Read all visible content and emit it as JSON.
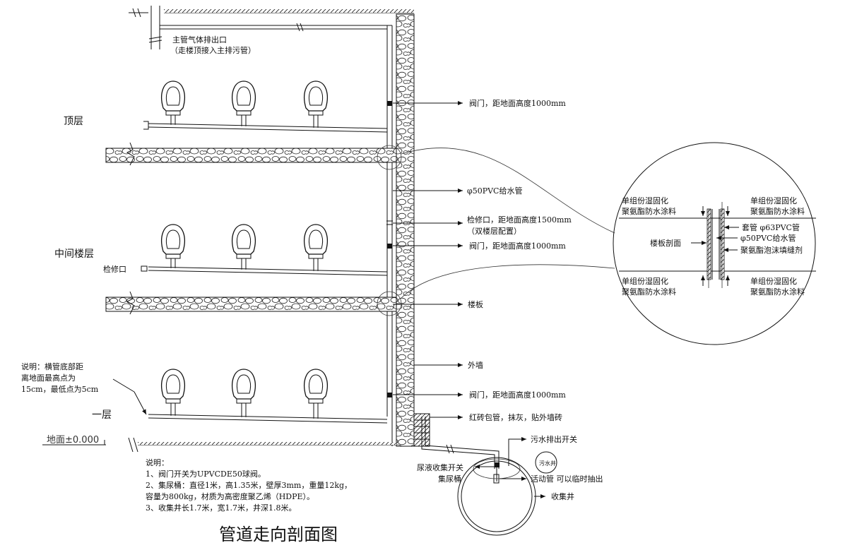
{
  "title": "管道走向剖面图",
  "floors": {
    "top": "顶层",
    "middle": "中间楼层",
    "first": "一层"
  },
  "callouts": {
    "exhaust_line1": "主管气体排出口",
    "exhaust_line2": "（走楼顶接入主排污管）",
    "valve_top": "阀门，距地面高度1000mm",
    "supply_pipe": "φ50PVC给水管",
    "access_line1": "检修口，距地面高度1500mm",
    "access_line2": "（双楼层配置）",
    "valve_mid": "阀门，距地面高度1000mm",
    "slab": "楼板",
    "outer_wall": "外墙",
    "valve_bottom": "阀门，距地面高度1000mm",
    "brick_cover": "红砖包管，抹灰，贴外墙砖",
    "access_port": "检修口",
    "sewage_switch": "污水排出开关",
    "sewage_well": "污水井",
    "urine_switch": "尿液收集开关",
    "urine_bucket": "集尿桶",
    "movable_pipe": "活动管 可以临时抽出",
    "collection_well": "收集井",
    "ground_level": "地面±0.000"
  },
  "side_note": {
    "line1": "说明：横管底部距",
    "line2": "离地面最高点为",
    "line3": "15cm，最低点为5cm"
  },
  "detail": {
    "tl1": "单组份湿固化",
    "tl2": "聚氨酯防水涂料",
    "tr1": "单组份湿固化",
    "tr2": "聚氨酯防水涂料",
    "sleeve": "套管 φ63PVC管",
    "pipe": "φ50PVC给水管",
    "foam": "聚氨酯泡沫填缝剂",
    "section": "楼板剖面",
    "bl1": "单组份湿固化",
    "bl2": "聚氨酯防水涂料",
    "br1": "单组份湿固化",
    "br2": "聚氨酯防水涂料"
  },
  "notes": {
    "heading": "说明：",
    "n1": "1、阀门开关为UPVCDE50球阀。",
    "n2": "2、集尿桶：直径1米，高1.35米，壁厚3mm，重量12kg，",
    "n3": "容量为800kg，材质为高密度聚乙烯（HDPE）。",
    "n4": "3、收集井长1.7米，宽1.7米，井深1.8米。"
  }
}
